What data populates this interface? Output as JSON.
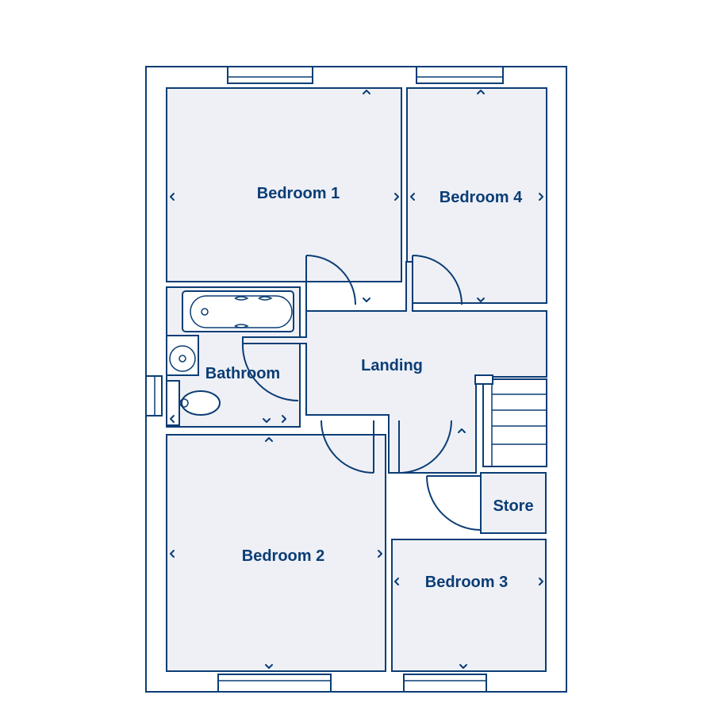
{
  "floor_plan": {
    "rooms": {
      "bedroom1": "Bedroom 1",
      "bedroom2": "Bedroom 2",
      "bedroom3": "Bedroom 3",
      "bedroom4": "Bedroom 4",
      "bathroom": "Bathroom",
      "landing": "Landing",
      "store": "Store"
    }
  },
  "colors": {
    "line": "#0b3d75",
    "room_fill": "#eef0f6",
    "background": "#ffffff"
  }
}
